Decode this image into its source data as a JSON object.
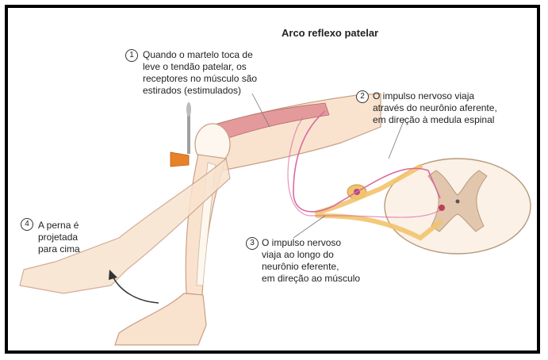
{
  "title": "Arco reflexo patelar",
  "steps": [
    {
      "number": "1",
      "text": "Quando o martelo toca de\nleve o tendão patelar, os\nreceptores no músculo são\nestirados (estimulados)"
    },
    {
      "number": "2",
      "text": "O impulso nervoso viaja\natravés do neurônio aferente,\nem direção à medula espinal"
    },
    {
      "number": "3",
      "text": "O impulso nervoso\nviaja ao longo do\nneurônio eferente,\nem direção ao músculo"
    },
    {
      "number": "4",
      "text": "A perna é\nprojetada\npara cima"
    }
  ],
  "colors": {
    "skin": "#f9e3cf",
    "skin_outline": "#c89f86",
    "muscle": "#e49a9a",
    "afferent_nerve": "#d96aa0",
    "efferent_nerve": "#f2c36d",
    "spinal_gray": "#e2c6ad",
    "spinal_white": "#fbf1e6",
    "hammer": "#e8822a",
    "bone": "#fdf7ef"
  }
}
